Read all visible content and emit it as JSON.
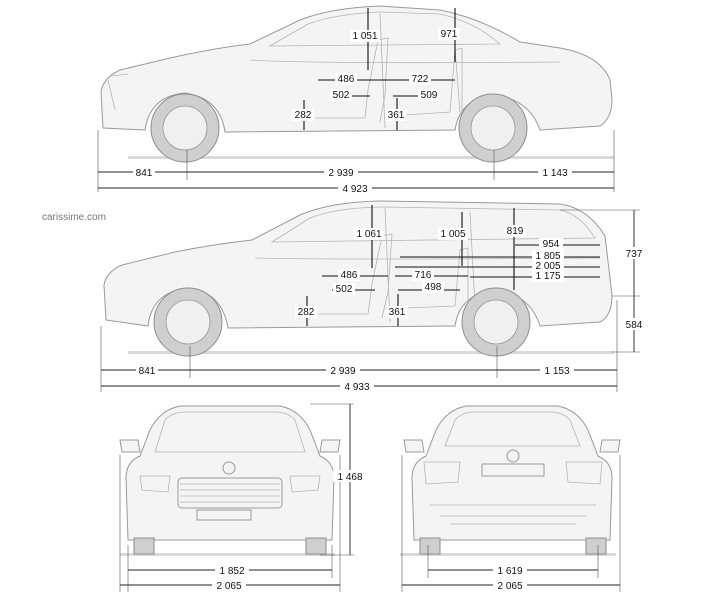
{
  "watermark": "carissime.com",
  "sedan": {
    "overall_length": "4 923",
    "front_overhang": "841",
    "wheelbase": "2 939",
    "rear_overhang": "1 143",
    "front_headroom": "1 051",
    "rear_headroom": "971",
    "front_legroom_a": "486",
    "front_legroom_b": "502",
    "rear_legroom_a": "722",
    "rear_legroom_b": "509",
    "front_seat_height": "282",
    "rear_seat_height": "361"
  },
  "wagon": {
    "overall_length": "4 933",
    "front_overhang": "841",
    "wheelbase": "2 939",
    "rear_overhang": "1 153",
    "front_headroom": "1 061",
    "rear_headroom": "1 005",
    "cargo_height": "819",
    "cargo_length_seats_up": "954",
    "cargo_length_a": "1 805",
    "cargo_length_b": "2 005",
    "cargo_length_c": "1 175",
    "front_legroom_a": "486",
    "front_legroom_b": "502",
    "rear_legroom_a": "716",
    "rear_legroom_b": "498",
    "front_seat_height": "282",
    "rear_seat_height": "361",
    "tailgate_opening_height": "737",
    "loading_sill_height": "584"
  },
  "front_view": {
    "height": "1 468",
    "width": "1 852",
    "width_with_mirrors": "2 065"
  },
  "rear_view": {
    "track_width": "1 619",
    "width_with_mirrors": "2 065"
  }
}
